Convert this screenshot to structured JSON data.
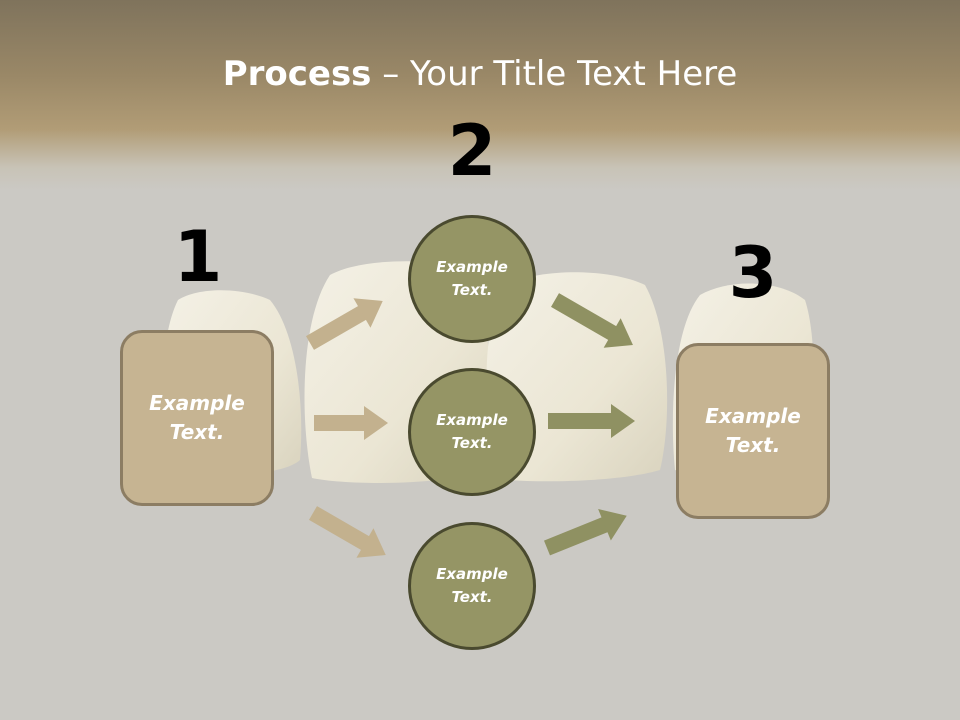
{
  "slide": {
    "title_bold": "Process",
    "title_rest": " – Your Title Text Here"
  },
  "steps": {
    "one": {
      "number": "1",
      "label": "Example\nText."
    },
    "two": {
      "number": "2"
    },
    "three": {
      "number": "3",
      "label": "Example\nText."
    }
  },
  "circles": [
    {
      "label": "Example\nText."
    },
    {
      "label": "Example\nText."
    },
    {
      "label": "Example\nText."
    }
  ],
  "colors": {
    "header": "#9a8867",
    "background": "#cbc9c4",
    "box_fill": "#c6b492",
    "box_border": "#8c7d63",
    "circle_fill": "#959565",
    "circle_border": "#4a4a2f",
    "arrow_left": "#c3b18e",
    "arrow_right": "#8f9162",
    "tooth": "#f0ecdd"
  }
}
